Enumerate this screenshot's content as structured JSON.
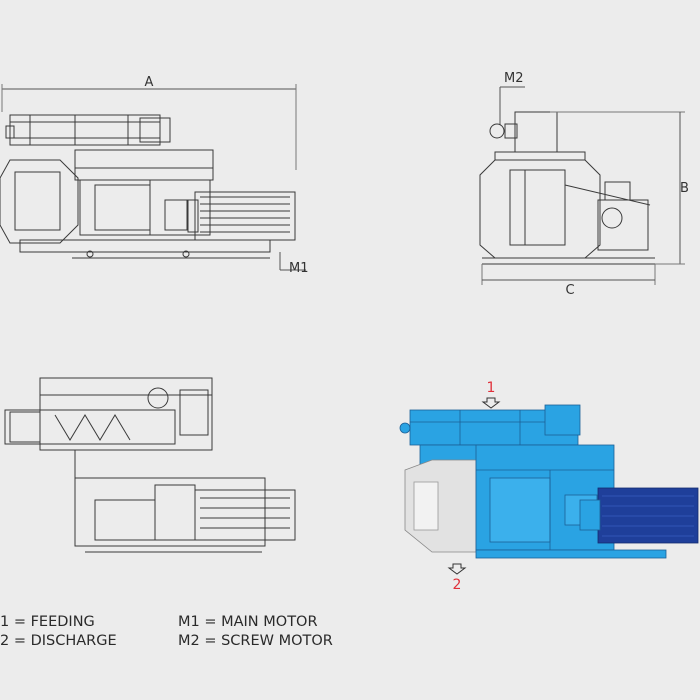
{
  "dimensions": {
    "a": "A",
    "b": "B",
    "c": "C",
    "m1": "M1",
    "m2": "M2"
  },
  "markers": {
    "feeding": "1",
    "discharge": "2"
  },
  "legend": {
    "left": [
      "1 = FEEDING",
      "2 = DISCHARGE"
    ],
    "right": [
      "M1 = MAIN MOTOR",
      "M2 = SCREW MOTOR"
    ]
  },
  "colors": {
    "background": "#ececec",
    "line": "#3a3a3a",
    "machine_blue": "#2aa3e3",
    "motor_blue": "#1f3f9a",
    "hopper_grey": "#e2e2e2",
    "marker_red": "#e0303a"
  }
}
